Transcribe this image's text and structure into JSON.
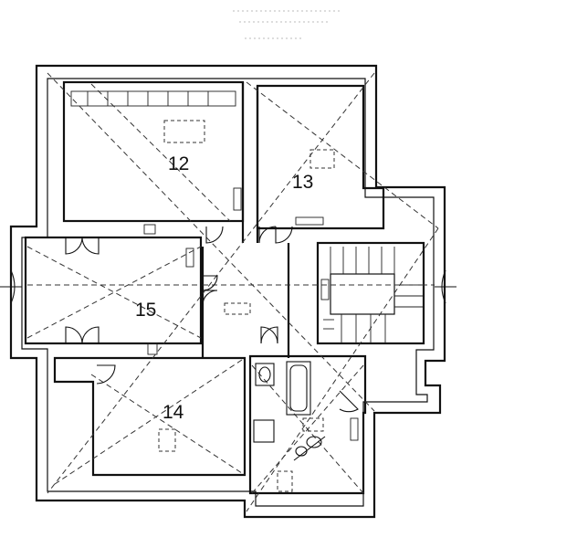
{
  "rooms": [
    {
      "id": "r12",
      "label": "12"
    },
    {
      "id": "r13",
      "label": "13"
    },
    {
      "id": "r15",
      "label": "15"
    },
    {
      "id": "r14",
      "label": "14"
    }
  ]
}
